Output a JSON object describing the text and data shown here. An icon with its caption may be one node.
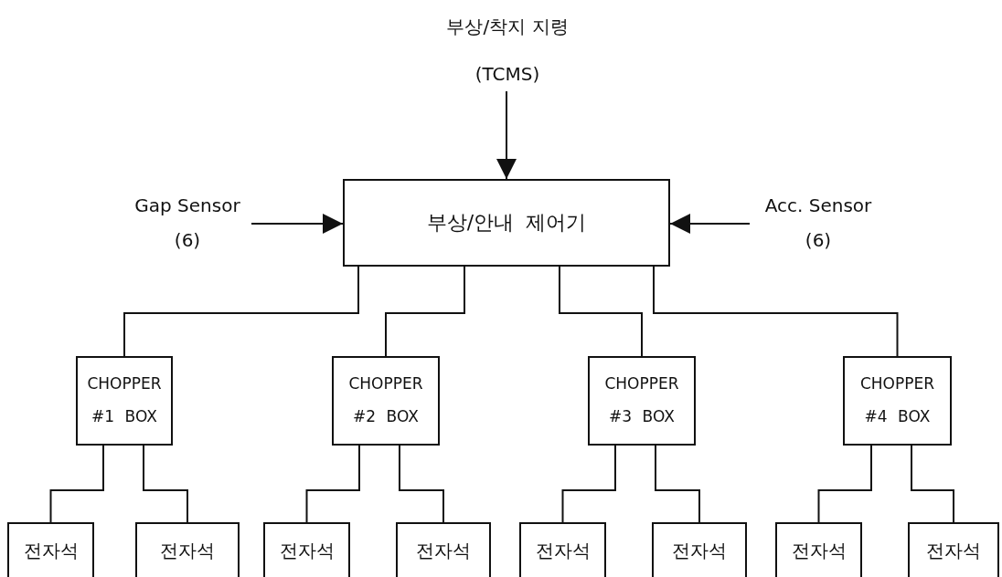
{
  "diagram": {
    "nodes": [
      {
        "text": [
          "부상/착지 지령",
          "(TCMS)"
        ]
      },
      {
        "text": [
          "Gap Sensor",
          "(6)"
        ]
      },
      {
        "text": [
          "Acc. Sensor",
          "(6)"
        ]
      },
      {
        "text": [
          "부상/안내 제어기"
        ]
      },
      {
        "text": [
          "CHOPPER #1 BOX"
        ]
      },
      {
        "text": [
          "CHOPPER #2 BOX"
        ]
      },
      {
        "text": [
          "CHOPPER #3 BOX"
        ]
      },
      {
        "text": [
          "CHOPPER #4 BOX"
        ]
      },
      {
        "text": [
          "전자석"
        ]
      },
      {
        "text": [
          "전자석"
        ]
      },
      {
        "text": [
          "전자석"
        ]
      },
      {
        "text": [
          "전자석"
        ]
      },
      {
        "text": [
          "전자석"
        ]
      },
      {
        "text": [
          "전자석"
        ]
      },
      {
        "text": [
          "전자석"
        ]
      },
      {
        "text": [
          "전자석"
        ]
      }
    ],
    "edges": [
      {
        "from": 0,
        "to": 3,
        "arrow": "to"
      },
      {
        "from": 1,
        "to": 3,
        "arrow": "to"
      },
      {
        "from": 2,
        "to": 3,
        "arrow": "to"
      },
      {
        "from": 3,
        "to": 4,
        "arrow": "none"
      },
      {
        "from": 3,
        "to": 5,
        "arrow": "none"
      },
      {
        "from": 3,
        "to": 6,
        "arrow": "none"
      },
      {
        "from": 3,
        "to": 7,
        "arrow": "none"
      },
      {
        "from": 4,
        "to": 8,
        "arrow": "none"
      },
      {
        "from": 4,
        "to": 9,
        "arrow": "none"
      },
      {
        "from": 5,
        "to": 10,
        "arrow": "none"
      },
      {
        "from": 5,
        "to": 11,
        "arrow": "none"
      },
      {
        "from": 6,
        "to": 12,
        "arrow": "none"
      },
      {
        "from": 6,
        "to": 13,
        "arrow": "none"
      },
      {
        "from": 7,
        "to": 14,
        "arrow": "none"
      },
      {
        "from": 7,
        "to": 15,
        "arrow": "none"
      }
    ]
  }
}
